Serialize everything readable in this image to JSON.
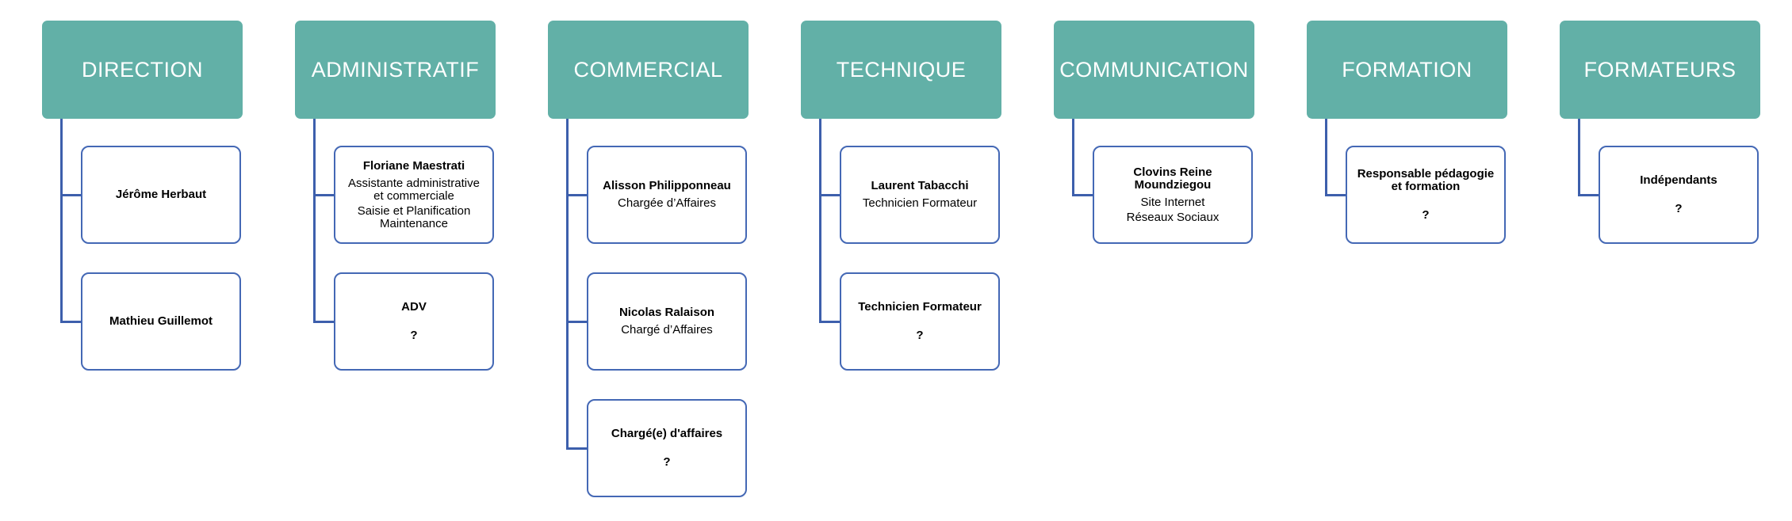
{
  "departments": [
    {
      "title": "DIRECTION",
      "cards": [
        {
          "name": "Jérôme Herbaut",
          "lines": [],
          "question": ""
        },
        {
          "name": "Mathieu Guillemot",
          "lines": [],
          "question": ""
        }
      ]
    },
    {
      "title": "ADMINISTRATIF",
      "cards": [
        {
          "name": "Floriane Maestrati",
          "lines": [
            "Assistante administrative et commerciale",
            "Saisie et Planification Maintenance"
          ],
          "question": ""
        },
        {
          "name": "ADV",
          "lines": [],
          "question": "?"
        }
      ]
    },
    {
      "title": "COMMERCIAL",
      "cards": [
        {
          "name": "Alisson Philipponneau",
          "lines": [
            "Chargée d’Affaires"
          ],
          "question": ""
        },
        {
          "name": "Nicolas Ralaison",
          "lines": [
            "Chargé d’Affaires"
          ],
          "question": ""
        },
        {
          "name": "Chargé(e) d'affaires",
          "lines": [],
          "question": "?"
        }
      ]
    },
    {
      "title": "TECHNIQUE",
      "cards": [
        {
          "name": "Laurent Tabacchi",
          "lines": [
            "Technicien Formateur"
          ],
          "question": ""
        },
        {
          "name": "Technicien Formateur",
          "lines": [],
          "question": "?"
        }
      ]
    },
    {
      "title": "COMMUNICATION",
      "cards": [
        {
          "name": "Clovins Reine Moundziegou",
          "lines": [
            "Site Internet",
            "Réseaux Sociaux"
          ],
          "question": ""
        }
      ]
    },
    {
      "title": "FORMATION",
      "cards": [
        {
          "name": "Responsable pédagogie et formation",
          "lines": [],
          "question": "?"
        }
      ]
    },
    {
      "title": "FORMATEURS",
      "cards": [
        {
          "name": "Indépendants",
          "lines": [],
          "question": "?"
        }
      ]
    }
  ],
  "colors": {
    "header_fill": "#62b0a7",
    "header_text": "#ffffff",
    "connector": "#3d5fac",
    "card_border": "#4468b5"
  }
}
